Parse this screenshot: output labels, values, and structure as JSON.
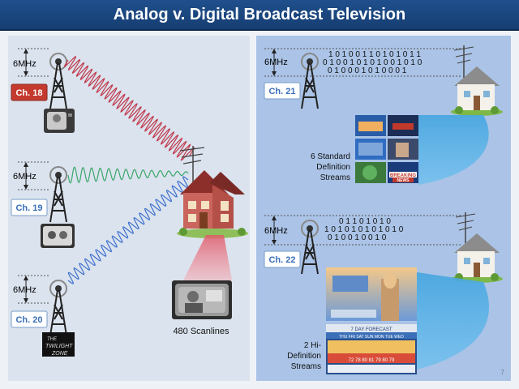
{
  "title": "Analog v. Digital Broadcast Television",
  "slide_number": "7",
  "bandwidth_label": "6MHz",
  "analog": {
    "channels": [
      {
        "label": "Ch. 18",
        "color": "#c43a2e"
      },
      {
        "label": "Ch. 19",
        "color": "#5b8fd0"
      },
      {
        "label": "Ch. 20",
        "color": "#5b8fd0"
      }
    ],
    "scanlines_caption": "480 Scanlines",
    "zone_logo_line1": "THE",
    "zone_logo_line2": "TWILIGHT",
    "zone_logo_line3": "ZONE"
  },
  "digital": {
    "channels": [
      {
        "label": "Ch. 21",
        "color": "#5b8fd0"
      },
      {
        "label": "Ch. 22",
        "color": "#5b8fd0"
      }
    ],
    "sd_caption": {
      "line1": "6 Standard",
      "line2": "Definition",
      "line3": "Streams"
    },
    "hd_caption": {
      "line1": "2 Hi-",
      "line2": "Definition",
      "line3": "Streams"
    },
    "bits_top_row1": "1  0  1  0  0  1  1  0  1  0  1  0  1  1",
    "bits_top_row2": "0  1  0  0  1  0  1  0  1  0  0  1  0  1  0",
    "bits_top_row3": "0  1  0  0  0  1  0  1  0  0  0  1",
    "bits_bot_row1": "0  1  1  0  1  0  1  0",
    "bits_bot_row2": "1  0  1  0  1  0  1  0  1  0  1  0",
    "bits_bot_row3": "0  1  0  0  1  0  0  1  0",
    "forecast_header": "7 DAY FORECAST",
    "forecast_days": "THU  FRI  SAT  SUN  MON  TUE  WED",
    "forecast_highs": "72  78  80  81  79  80  79",
    "breaking_text": "BREAKING",
    "news_text": "NEWS"
  },
  "colors": {
    "title_bg": "#1f4f8c",
    "wave_ch18": "#c0394b",
    "wave_ch19": "#3aa66a",
    "wave_ch20": "#3d6fcf",
    "beam_analog": "#e05a6a",
    "beam_digital": "#4aa7e0"
  }
}
